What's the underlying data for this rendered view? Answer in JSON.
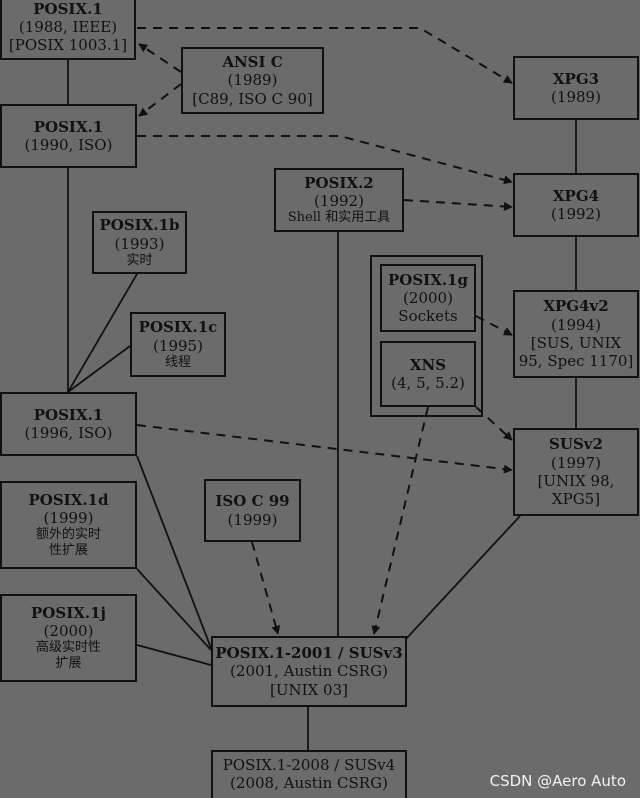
{
  "nodes": {
    "posix1_1988": [
      "POSIX.1",
      "(1988, IEEE)",
      "[POSIX 1003.1]"
    ],
    "ansi_c": [
      "ANSI C",
      "(1989)",
      "[C89, ISO C 90]"
    ],
    "posix1_1990": [
      "POSIX.1",
      "(1990, ISO)"
    ],
    "xpg3": [
      "XPG3",
      "(1989)"
    ],
    "posix2": [
      "POSIX.2",
      "(1992)",
      "Shell 和实用工具"
    ],
    "xpg4": [
      "XPG4",
      "(1992)"
    ],
    "posix1b": [
      "POSIX.1b",
      "(1993)",
      "实时"
    ],
    "posix1g": [
      "POSIX.1g",
      "(2000)",
      "Sockets"
    ],
    "xpg4v2": [
      "XPG4v2",
      "(1994)",
      "[SUS, UNIX",
      "95, Spec 1170]"
    ],
    "posix1c": [
      "POSIX.1c",
      "(1995)",
      "线程"
    ],
    "xns": [
      "XNS",
      "(4, 5, 5.2)"
    ],
    "posix1_1996": [
      "POSIX.1",
      "(1996, ISO)"
    ],
    "susv2": [
      "SUSv2",
      "(1997)",
      "[UNIX 98,",
      "XPG5]"
    ],
    "posix1d": [
      "POSIX.1d",
      "(1999)",
      "额外的实时",
      "性扩展"
    ],
    "iso_c99": [
      "ISO C 99",
      "(1999)"
    ],
    "posix1j": [
      "POSIX.1j",
      "(2000)",
      "高级实时性",
      "扩展"
    ],
    "susv3": [
      "POSIX.1-2001 / SUSv3",
      "(2001, Austin CSRG)",
      "[UNIX 03]"
    ],
    "susv4": [
      "POSIX.1-2008 / SUSv4",
      "(2008, Austin CSRG)"
    ]
  },
  "edges": {
    "solid": [
      [
        "posix1_1988",
        "posix1_1990"
      ],
      [
        "posix1_1990",
        "posix1_1996"
      ],
      [
        "posix1b",
        "posix1_1996"
      ],
      [
        "posix1c",
        "posix1_1996"
      ],
      [
        "posix1_1996",
        "susv3"
      ],
      [
        "posix1d",
        "susv3"
      ],
      [
        "posix1j",
        "susv3"
      ],
      [
        "posix2",
        "susv3"
      ],
      [
        "susv2",
        "susv3"
      ],
      [
        "susv3",
        "susv4"
      ],
      [
        "xpg3",
        "xpg4"
      ],
      [
        "xpg4",
        "xpg4v2"
      ],
      [
        "xpg4v2",
        "susv2"
      ]
    ],
    "dashed": [
      [
        "posix1_1988",
        "xpg3"
      ],
      [
        "ansi_c",
        "posix1_1988"
      ],
      [
        "ansi_c",
        "posix1_1990"
      ],
      [
        "posix1_1990",
        "xpg4"
      ],
      [
        "posix2",
        "xpg4"
      ],
      [
        "posix1g",
        "xpg4v2"
      ],
      [
        "posix1_1996",
        "susv2"
      ],
      [
        "xns",
        "susv2"
      ],
      [
        "iso_c99",
        "susv3"
      ],
      [
        "xns",
        "susv3"
      ]
    ]
  },
  "watermark": "CSDN @Aero Auto"
}
